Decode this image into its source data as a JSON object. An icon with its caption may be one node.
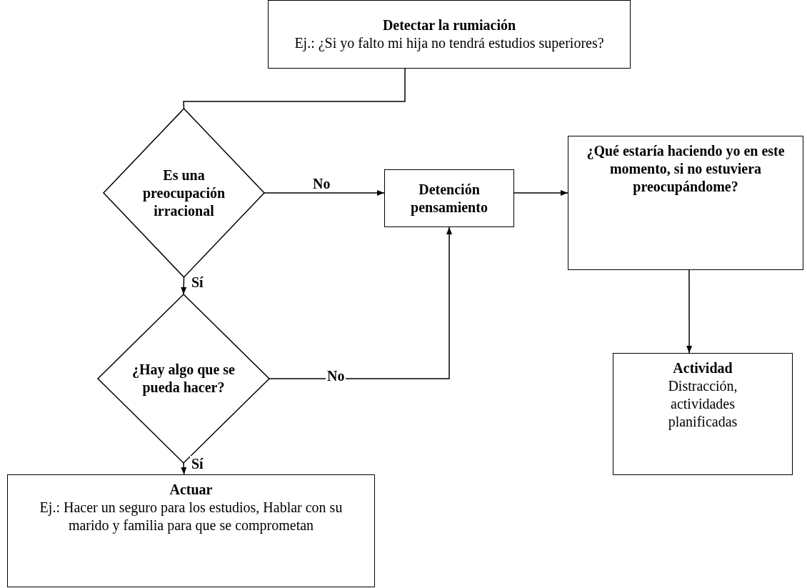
{
  "diagram": {
    "nodes": [
      {
        "text": [
          "Detectar la rumiación",
          "Ej.: ¿Si yo falto mi hija no tendrá estudios superiores?"
        ]
      },
      {
        "text": [
          "Es una preocupación irracional"
        ]
      },
      {
        "text": [
          "Detención pensamiento"
        ]
      },
      {
        "text": [
          "¿Qué estaría haciendo yo en este momento, si no estuviera preocupándome?"
        ]
      },
      {
        "text": [
          "Actividad",
          "Distracción, actividades planificadas"
        ]
      },
      {
        "text": [
          "¿Hay algo que se pueda hacer?"
        ]
      },
      {
        "text": [
          "Actuar",
          "Ej.: Hacer un seguro para los estudios, Hablar con su marido y familia para que se comprometan"
        ]
      }
    ],
    "edges": [
      {
        "from": 0,
        "to": 1,
        "arrow": "none"
      },
      {
        "from": 1,
        "to": 2,
        "arrow": "to",
        "label": "No"
      },
      {
        "from": 2,
        "to": 3,
        "arrow": "to"
      },
      {
        "from": 3,
        "to": 4,
        "arrow": "to"
      },
      {
        "from": 1,
        "to": 5,
        "arrow": "to",
        "label": "Sí"
      },
      {
        "from": 5,
        "to": 2,
        "arrow": "to",
        "label": "No"
      },
      {
        "from": 5,
        "to": 6,
        "arrow": "to",
        "label": "Sí"
      }
    ]
  }
}
